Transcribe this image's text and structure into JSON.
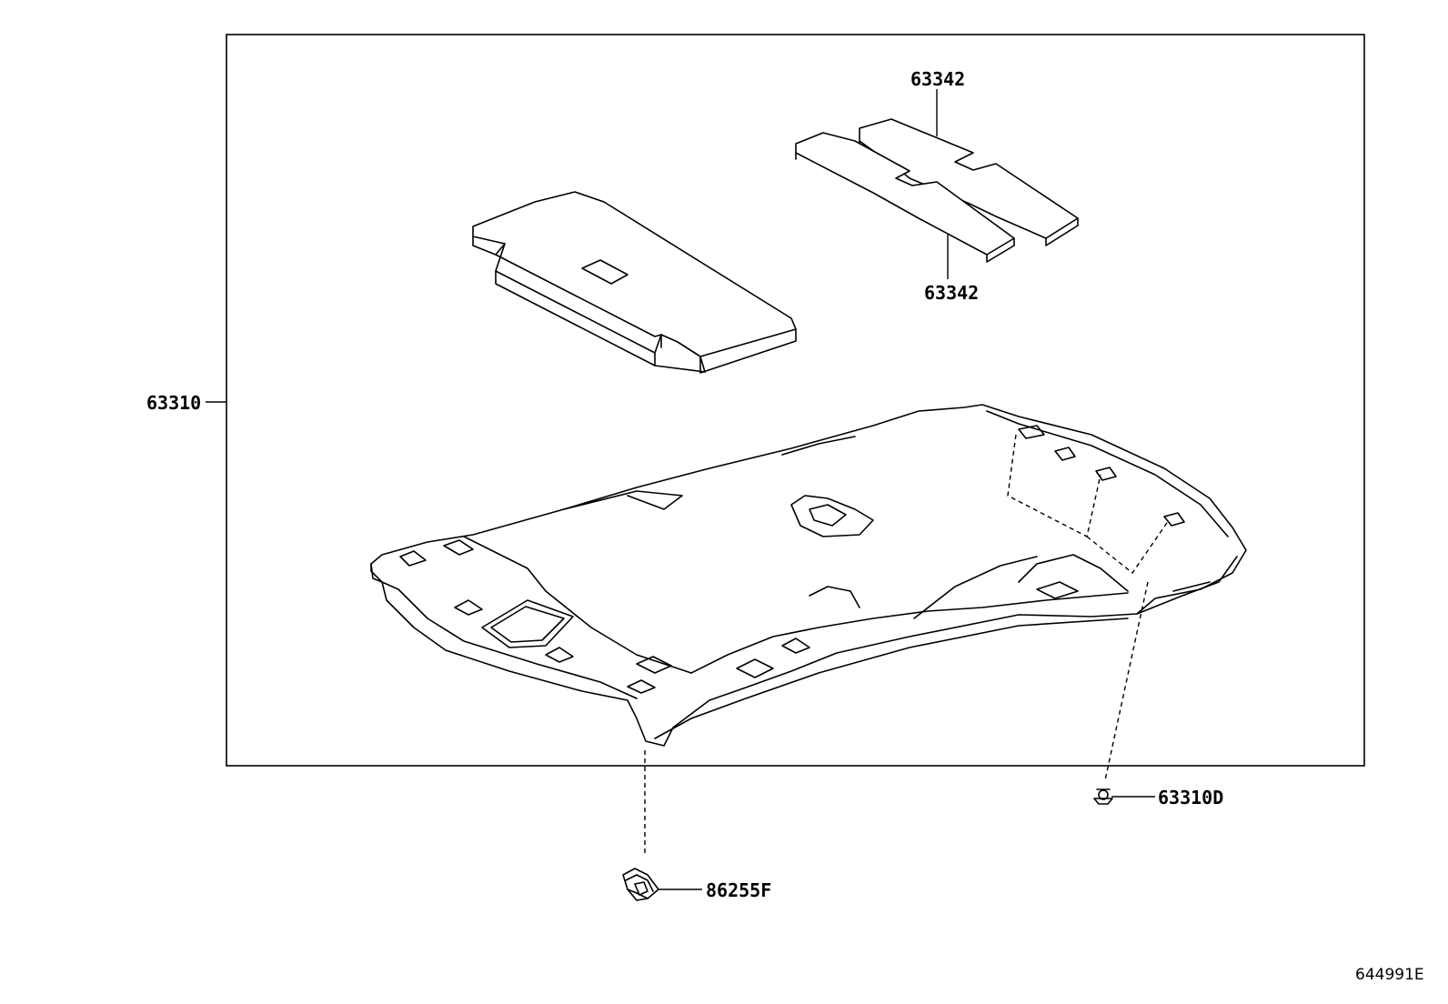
{
  "diagram": {
    "callouts": {
      "headliner": "63310",
      "pad_upper": "63342",
      "pad_lower": "63342",
      "clip": "63310D",
      "bracket": "86255F"
    },
    "reference_number": "644991E"
  }
}
